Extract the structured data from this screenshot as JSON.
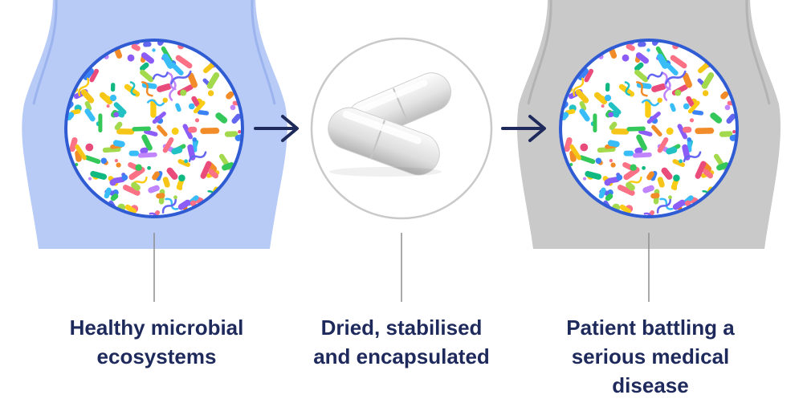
{
  "captions": {
    "healthy": {
      "line1": "Healthy microbial",
      "line2": "ecosystems"
    },
    "capsule": {
      "line1": "Dried, stabilised",
      "line2": "and encapsulated"
    },
    "patient": {
      "line1": "Patient battling a",
      "line2": "serious medical",
      "line3": "disease"
    }
  },
  "colors": {
    "healthy_body": "#b8cbf7",
    "patient_body": "#c9c9c9",
    "circle_border": "#2f5bd3",
    "arrow": "#1f2a5c",
    "connector": "#8e8e8e",
    "capsule_circle_border": "#c9c9c9",
    "caption_text": "#1f2a5c"
  },
  "icons": [
    "microbe-pattern",
    "capsule-pills",
    "arrow-right"
  ]
}
